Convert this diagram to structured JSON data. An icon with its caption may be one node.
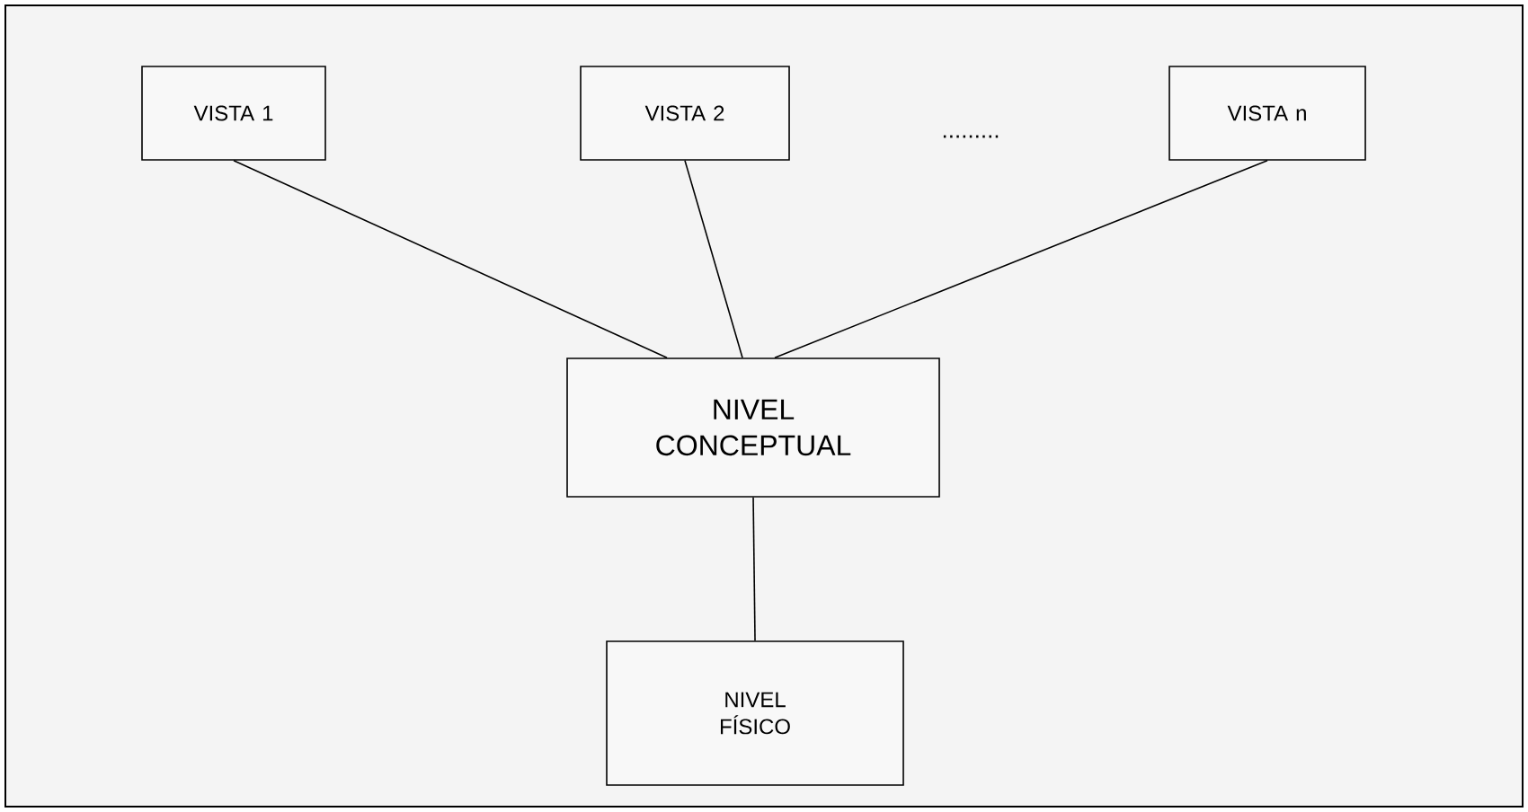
{
  "diagram": {
    "nodes": [
      {
        "text": [
          "VISTA 1"
        ]
      },
      {
        "text": [
          "VISTA 2"
        ]
      },
      {
        "text": [
          "VISTA n"
        ]
      },
      {
        "text": [
          "NIVEL CONCEPTUAL"
        ]
      },
      {
        "text": [
          "NIVEL FÍSICO"
        ]
      }
    ],
    "edges": [
      {
        "from": 0,
        "to": 3,
        "arrow": "none"
      },
      {
        "from": 1,
        "to": 3,
        "arrow": "none"
      },
      {
        "from": 2,
        "to": 3,
        "arrow": "none"
      },
      {
        "from": 3,
        "to": 4,
        "arrow": "none"
      }
    ],
    "labels": [
      "........."
    ]
  }
}
